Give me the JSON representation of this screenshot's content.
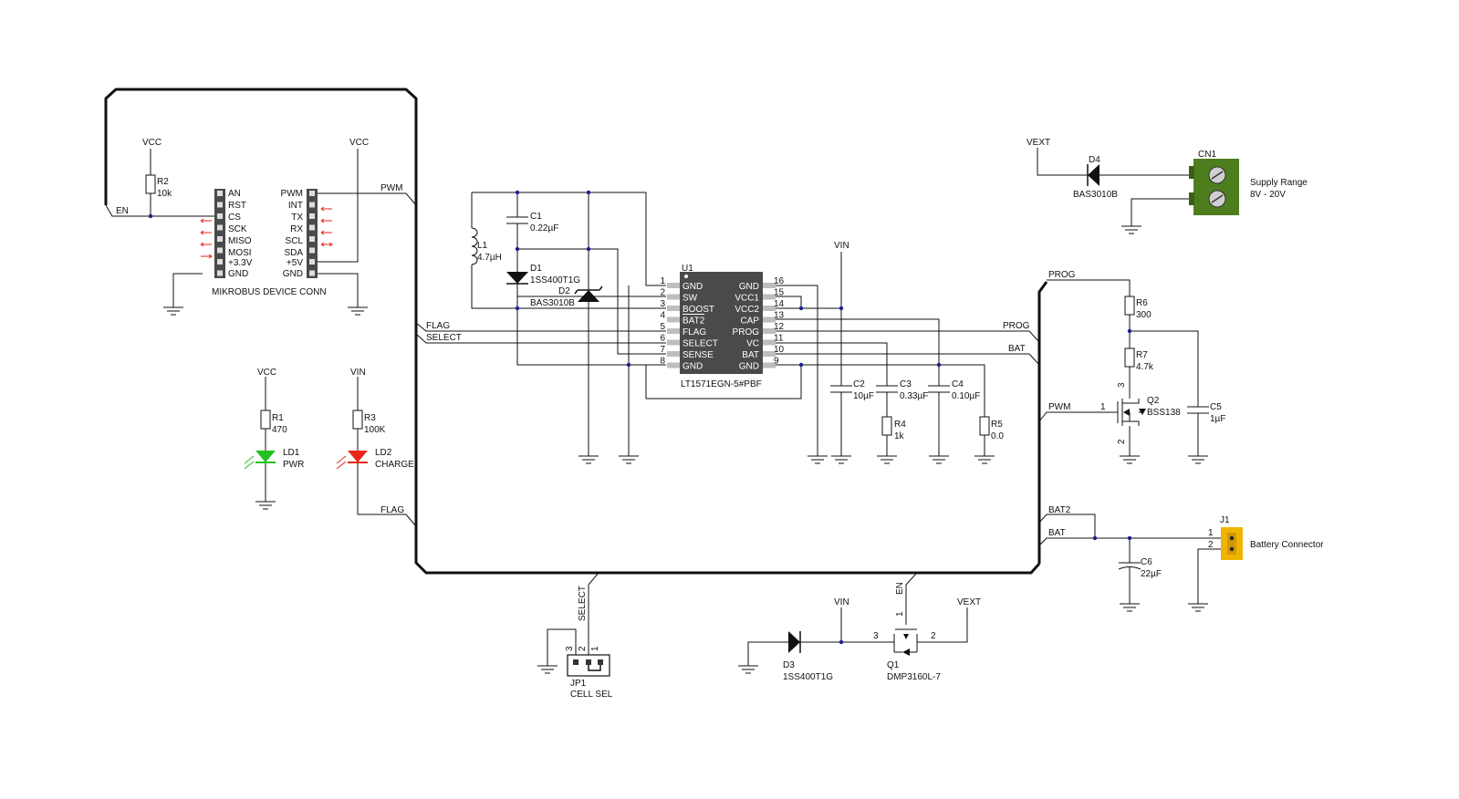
{
  "mikrobus": {
    "title": "MIKROBUS DEVICE CONN",
    "left_pins": [
      "AN",
      "RST",
      "CS",
      "SCK",
      "MISO",
      "MOSI",
      "+3.3V",
      "GND"
    ],
    "right_pins": [
      "PWM",
      "INT",
      "TX",
      "RX",
      "SCL",
      "SDA",
      "+5V",
      "GND"
    ]
  },
  "nets": {
    "vcc": "VCC",
    "vin": "VIN",
    "vext": "VEXT",
    "en": "EN",
    "pwm": "PWM",
    "flag": "FLAG",
    "select": "SELECT",
    "prog": "PROG",
    "bat": "BAT",
    "bat2": "BAT2"
  },
  "ic": {
    "ref": "U1",
    "part": "LT1571EGN-5#PBF",
    "left_pins": [
      {
        "num": "1",
        "name": "GND"
      },
      {
        "num": "2",
        "name": "SW"
      },
      {
        "num": "3",
        "name": "BOOST"
      },
      {
        "num": "4",
        "name": "BAT2"
      },
      {
        "num": "5",
        "name": "FLAG"
      },
      {
        "num": "6",
        "name": "SELECT"
      },
      {
        "num": "7",
        "name": "SENSE"
      },
      {
        "num": "8",
        "name": "GND"
      }
    ],
    "right_pins": [
      {
        "num": "16",
        "name": "GND"
      },
      {
        "num": "15",
        "name": "VCC1"
      },
      {
        "num": "14",
        "name": "VCC2"
      },
      {
        "num": "13",
        "name": "CAP"
      },
      {
        "num": "12",
        "name": "PROG"
      },
      {
        "num": "11",
        "name": "VC"
      },
      {
        "num": "10",
        "name": "BAT"
      },
      {
        "num": "9",
        "name": "GND"
      }
    ]
  },
  "components": {
    "r2": {
      "ref": "R2",
      "value": "10k"
    },
    "r1": {
      "ref": "R1",
      "value": "470"
    },
    "r3": {
      "ref": "R3",
      "value": "100K"
    },
    "r4": {
      "ref": "R4",
      "value": "1k"
    },
    "r5": {
      "ref": "R5",
      "value": "0.0"
    },
    "r6": {
      "ref": "R6",
      "value": "300"
    },
    "r7": {
      "ref": "R7",
      "value": "4.7k"
    },
    "ld1": {
      "ref": "LD1",
      "value": "PWR"
    },
    "ld2": {
      "ref": "LD2",
      "value": "CHARGE"
    },
    "l1": {
      "ref": "L1",
      "value": "4.7µH"
    },
    "c1": {
      "ref": "C1",
      "value": "0.22µF"
    },
    "c2": {
      "ref": "C2",
      "value": "10µF"
    },
    "c3": {
      "ref": "C3",
      "value": "0.33µF"
    },
    "c4": {
      "ref": "C4",
      "value": "0.10µF"
    },
    "c5": {
      "ref": "C5",
      "value": "1µF"
    },
    "c6": {
      "ref": "C6",
      "value": "22µF"
    },
    "d1": {
      "ref": "D1",
      "value": "1SS400T1G"
    },
    "d2": {
      "ref": "D2",
      "value": "BAS3010B"
    },
    "d3": {
      "ref": "D3",
      "value": "1SS400T1G"
    },
    "d4": {
      "ref": "D4",
      "value": "BAS3010B"
    },
    "q1": {
      "ref": "Q1",
      "value": "DMP3160L-7"
    },
    "q2": {
      "ref": "Q2",
      "value": "BSS138"
    },
    "cn1": {
      "ref": "CN1",
      "label1": "Supply Range",
      "label2": "8V - 20V"
    },
    "j1": {
      "ref": "J1",
      "label": "Battery Connector"
    },
    "jp1": {
      "ref": "JP1",
      "label": "CELL SEL"
    }
  },
  "pin_numbers": {
    "one": "1",
    "two": "2",
    "three": "3"
  },
  "colors": {
    "ld1": "#22c022",
    "ld2": "#e8261a",
    "terminal": "#4e7d1e",
    "connector": "#f0b400",
    "ic": "#4a4a4a",
    "junction": "#1a1f8c"
  }
}
